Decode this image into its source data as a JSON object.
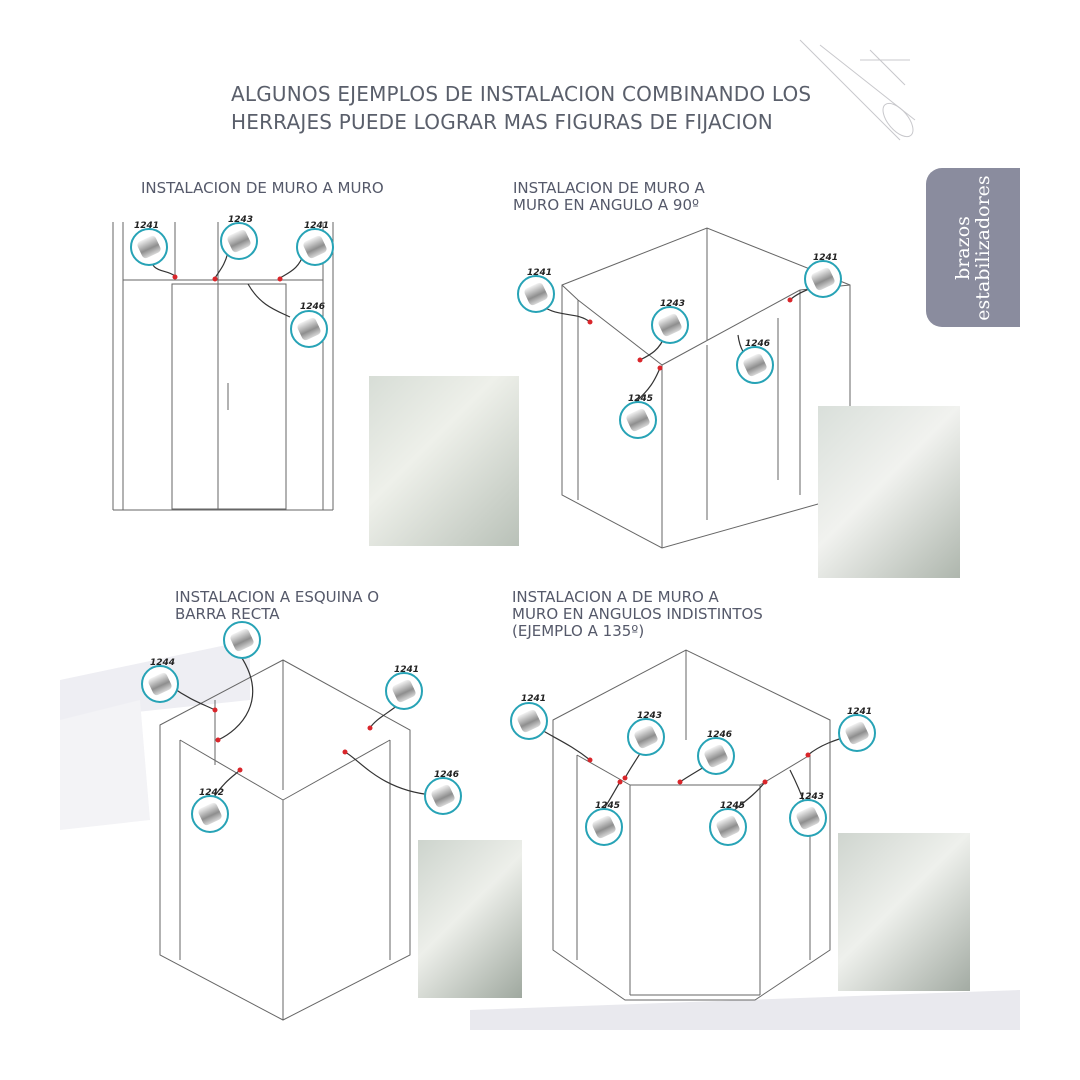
{
  "title": {
    "line1": "ALGUNOS EJEMPLOS DE INSTALACION COMBINANDO LOS",
    "line2": "HERRAJES PUEDE LOGRAR MAS FIGURAS DE FIJACION"
  },
  "side_tab": {
    "line1": "brazos",
    "line2": "estabilizadores"
  },
  "sections": [
    {
      "title_lines": [
        "INSTALACION DE MURO A MURO"
      ],
      "codes": [
        "1241",
        "1243",
        "1241",
        "1246"
      ]
    },
    {
      "title_lines": [
        "INSTALACION DE MURO A",
        "MURO EN ANGULO A 90º"
      ],
      "codes": [
        "1241",
        "1243",
        "1241",
        "1246",
        "1245"
      ]
    },
    {
      "title_lines": [
        "INSTALACION A ESQUINA O",
        "BARRA RECTA"
      ],
      "codes": [
        "1244",
        "1241",
        "1242",
        "1246"
      ]
    },
    {
      "title_lines": [
        "INSTALACION A DE MURO A",
        "MURO EN ANGULOS INDISTINTOS",
        "(EJEMPLO A 135º)"
      ],
      "codes": [
        "1241",
        "1243",
        "1246",
        "1241",
        "1245",
        "1245",
        "1243"
      ]
    }
  ],
  "colors": {
    "callout_ring": "#27a3b6",
    "tab": "#8a8c9e",
    "drawing_line": "#666666",
    "red_dot": "#d9262b"
  }
}
